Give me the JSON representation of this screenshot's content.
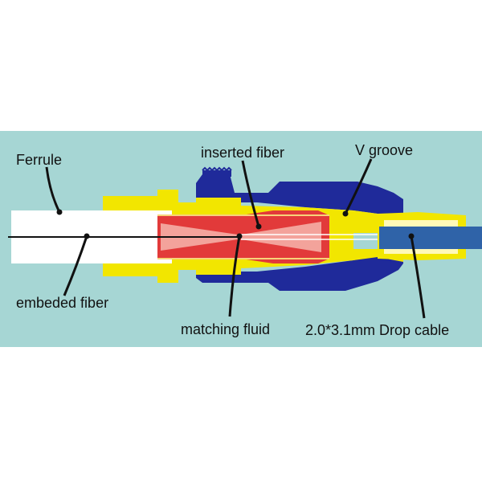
{
  "labels": {
    "ferrule": "Ferrule",
    "inserted_fiber": "inserted fiber",
    "v_groove": "V groove",
    "embeded_fiber": "embeded fiber",
    "matching_fluid": "matching fluid",
    "drop_cable": "2.0*3.1mm Drop cable"
  },
  "colors": {
    "background_panel": "#a6d6d4",
    "ferrule": "#ffffff",
    "housing_yellow": "#f2e600",
    "housing_blue": "#1f2a9a",
    "matching_fluid_red": "#e23a3a",
    "matching_fluid_pink": "#f3a39b",
    "drop_cable": "#2f63a8",
    "fiber_line": "#111111"
  }
}
